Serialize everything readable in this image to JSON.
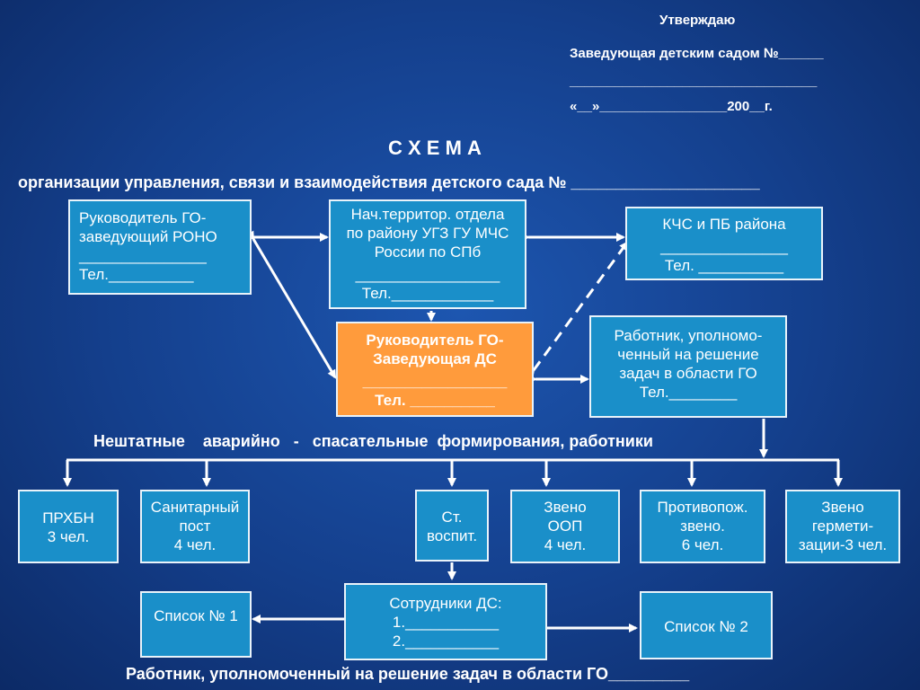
{
  "approval": {
    "line1": "Утверждаю",
    "line2": "Заведующая  детским садом №______",
    "line3": "_________________________________",
    "line4": "«__»_________________200__г."
  },
  "title": "С Х Е М А",
  "subtitle": "организации управления, связи и взаимодействия детского сада № _____________________",
  "boxes": {
    "rono": [
      "Руководитель ГО-",
      "заведующий РОНО",
      "_______________",
      "Тел.__________"
    ],
    "territory": [
      "Нач.территор. отдела",
      "по району УГЗ ГУ МЧС",
      "России по СПб",
      "_________________",
      "Тел.____________"
    ],
    "kchs": [
      "КЧС и ПБ района",
      "_______________",
      "Тел. __________"
    ],
    "head": [
      "Руководитель ГО-",
      "Заведующая ДС",
      "_________________",
      "Тел. __________"
    ],
    "worker": [
      "Работник, уполномо-",
      "ченный на решение",
      "задач в области ГО",
      "Тел.________"
    ],
    "prhbn": [
      "ПРХБН",
      "3 чел."
    ],
    "sanpost": [
      "Санитарный",
      "пост",
      "4 чел."
    ],
    "stvospit": [
      "Ст.",
      "воспит."
    ],
    "zvenoop": [
      "Звено",
      "ООП",
      "4 чел."
    ],
    "firefight": [
      "Противопож.",
      "звено.",
      "6 чел."
    ],
    "hermet": [
      "Звено",
      "гермети-",
      "зации-3 чел."
    ],
    "list1": [
      "Список № 1"
    ],
    "staff": [
      "Сотрудники ДС:",
      "1.___________",
      "2.___________"
    ],
    "list2": [
      "Список № 2"
    ]
  },
  "formations_label": "Нештатные    аварийно   -   спасательные  формирования, работники",
  "footer": "Работник, уполномоченный на решение задач в области ГО_________",
  "colors": {
    "background": "#143f8c",
    "box": "#1a8fc9",
    "highlight": "#ff9b3c",
    "line": "#ffffff"
  }
}
